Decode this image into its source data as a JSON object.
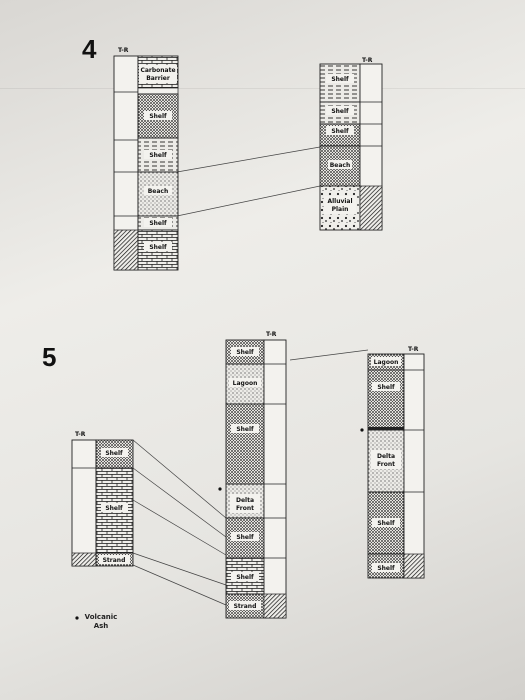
{
  "figures": [
    {
      "number": "4",
      "columns": [
        {
          "tr_label": "T-R",
          "units": [
            {
              "label": "Carbonate Barrier",
              "pattern": "brick"
            },
            {
              "label": "",
              "pattern": "blank"
            },
            {
              "label": "Shelf",
              "pattern": "dots"
            },
            {
              "label": "Shelf",
              "pattern": "dash"
            },
            {
              "label": "Beach",
              "pattern": "dots-light"
            },
            {
              "label": "Shelf",
              "pattern": "dash"
            },
            {
              "label": "Shelf",
              "pattern": "brick"
            }
          ]
        },
        {
          "tr_label": "T-R",
          "units": [
            {
              "label": "Shelf",
              "pattern": "dash"
            },
            {
              "label": "Shelf",
              "pattern": "dash"
            },
            {
              "label": "Shelf",
              "pattern": "dots"
            },
            {
              "label": "Beach",
              "pattern": "dots"
            },
            {
              "label": "Alluvial Plain",
              "pattern": "conglomerate"
            }
          ]
        }
      ]
    },
    {
      "number": "5",
      "columns": [
        {
          "tr_label": "T-R",
          "units": [
            {
              "label": "Shelf",
              "pattern": "dots"
            },
            {
              "label": "Shelf",
              "pattern": "brick"
            },
            {
              "label": "Strand",
              "pattern": "dots"
            }
          ]
        },
        {
          "tr_label": "T-R",
          "units": [
            {
              "label": "Shelf",
              "pattern": "dots"
            },
            {
              "label": "Lagoon",
              "pattern": "dots-light"
            },
            {
              "label": "Shelf",
              "pattern": "dots"
            },
            {
              "label": "Delta Front",
              "pattern": "dots-light"
            },
            {
              "label": "Shelf",
              "pattern": "dots"
            },
            {
              "label": "Shelf",
              "pattern": "brick"
            },
            {
              "label": "Strand",
              "pattern": "dots"
            }
          ]
        },
        {
          "tr_label": "T-R",
          "units": [
            {
              "label": "Lagoon",
              "pattern": "dots"
            },
            {
              "label": "Shelf",
              "pattern": "dots"
            },
            {
              "label": "Delta Front",
              "pattern": "dots-light"
            },
            {
              "label": "Shelf",
              "pattern": "dots"
            },
            {
              "label": "Shelf",
              "pattern": "dots"
            }
          ]
        }
      ]
    }
  ],
  "legend": {
    "volcanic_ash": "Volcanic Ash"
  }
}
